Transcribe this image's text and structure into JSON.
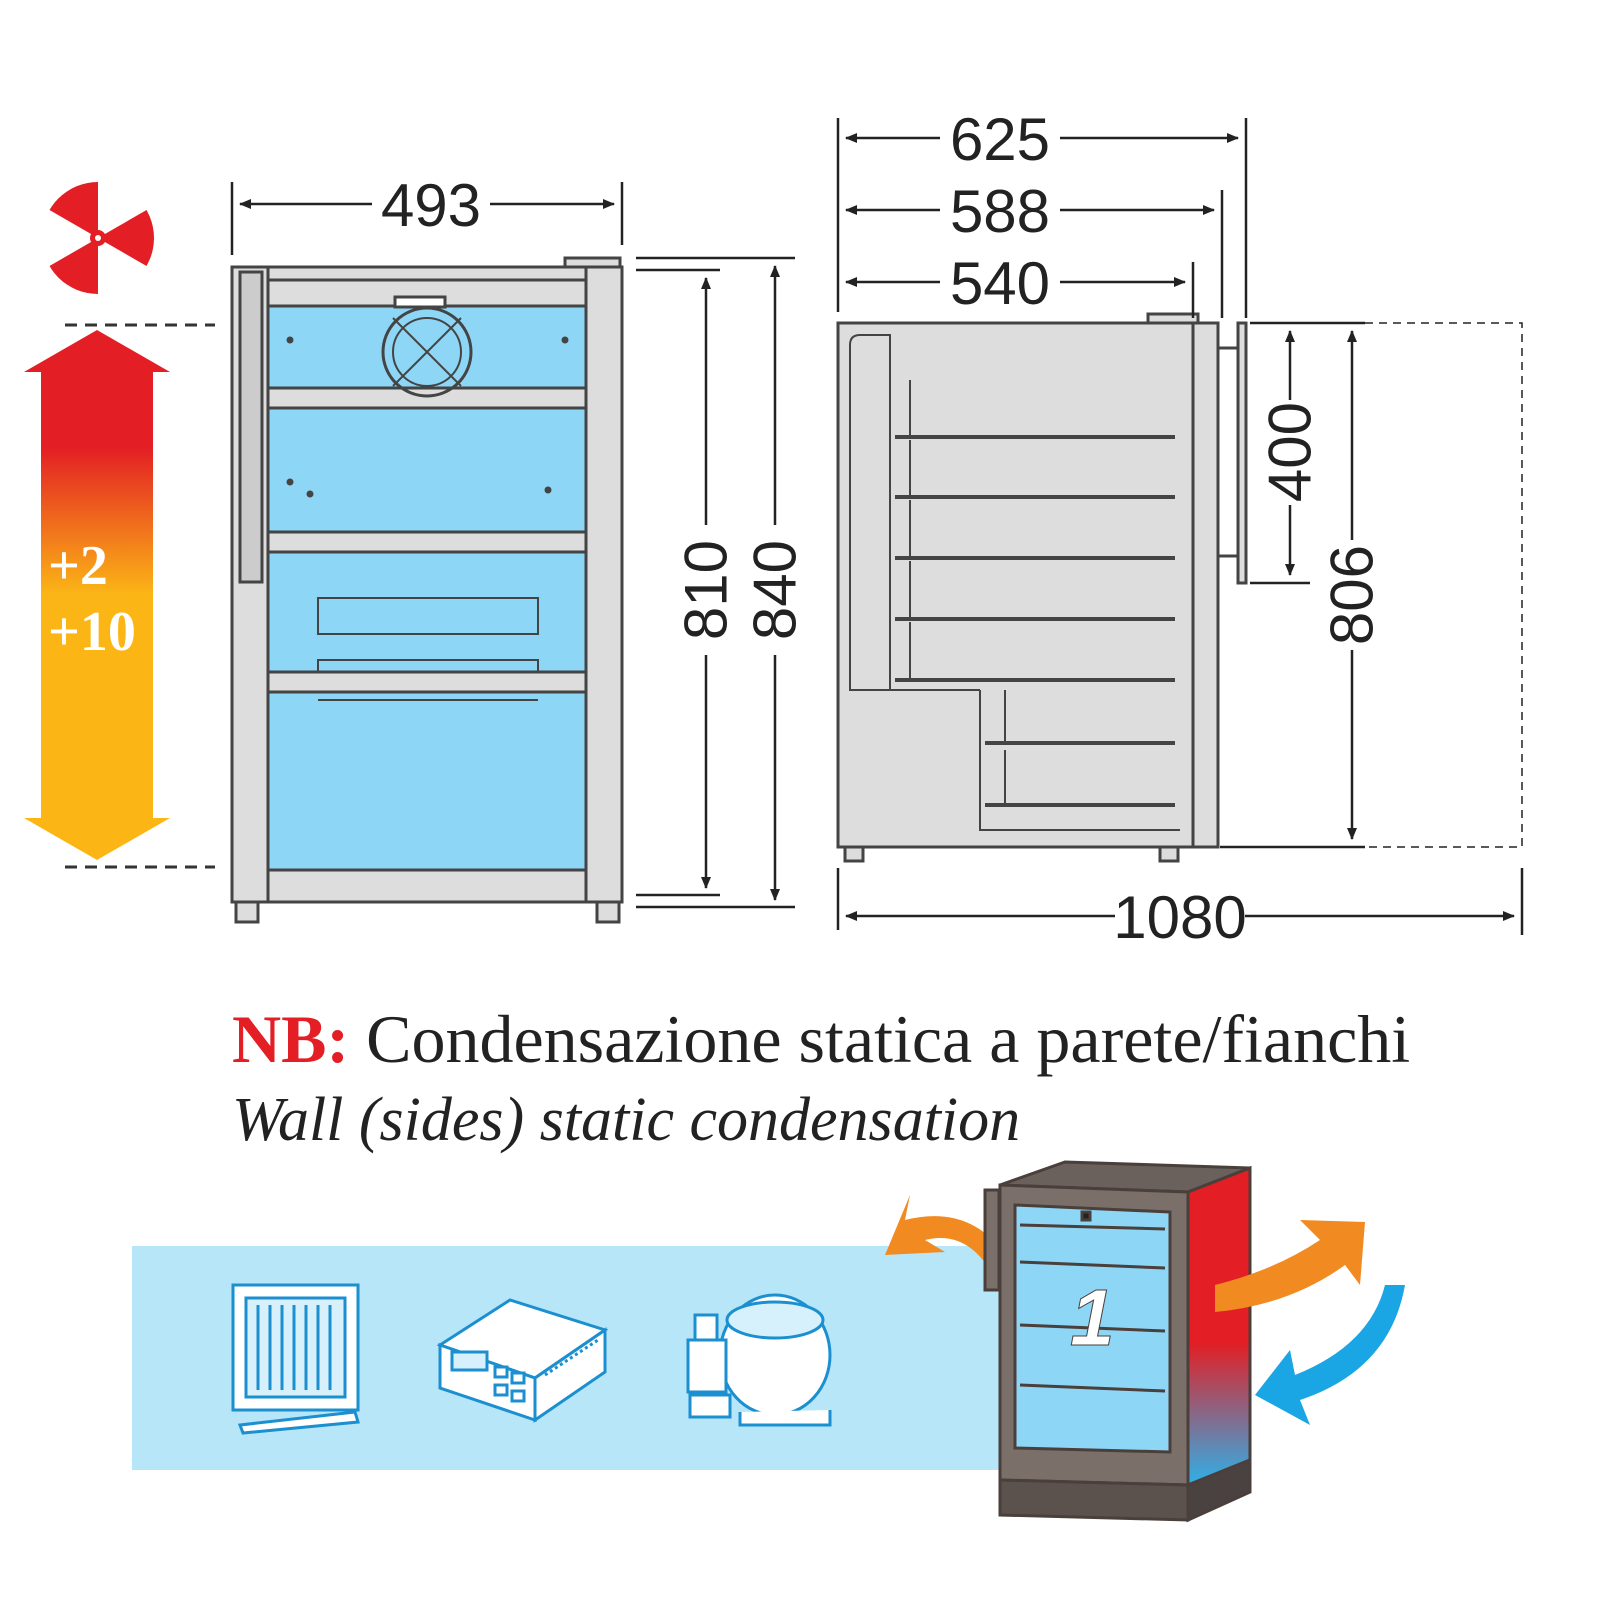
{
  "dimensions": {
    "front_width": "493",
    "depth_with_handle": "625",
    "depth_with_door": "588",
    "depth_body": "540",
    "height_body": "810",
    "height_total": "840",
    "handle_length": "400",
    "door_height": "806",
    "depth_door_open": "1080"
  },
  "temperature": {
    "min": "+2",
    "max": "+10"
  },
  "note": {
    "prefix": "NB:",
    "text_it": "Condensazione statica a parete/fianchi",
    "text_en": "Wall (sides) static condensation"
  },
  "product_badge": "1",
  "icons": [
    "fan-forced-cooling-icon",
    "evaporator-grille-icon",
    "electronic-controller-icon",
    "compressor-icon"
  ],
  "colors": {
    "line": "#333333",
    "glass": "#8ed6f5",
    "band": "#b7e6f9",
    "hot": "#e31e24",
    "warm": "#fbb616",
    "air_out": "#f18a21",
    "air_in": "#1aa6e4"
  }
}
